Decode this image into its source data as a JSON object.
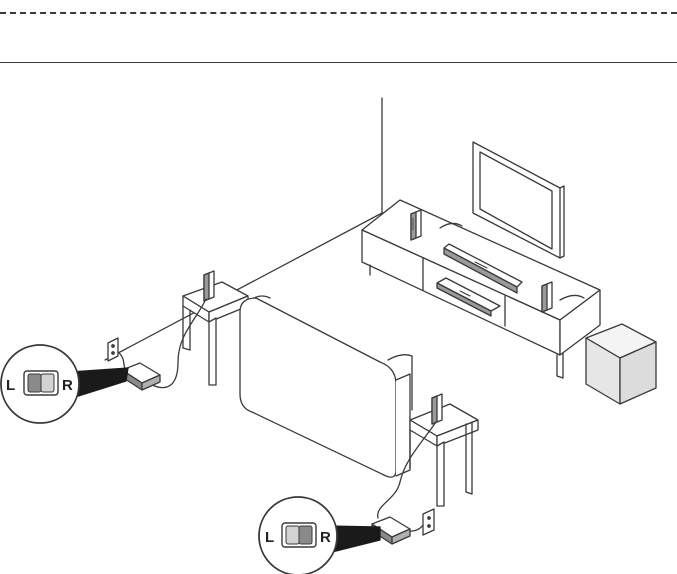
{
  "callouts": [
    {
      "left_label": "L",
      "right_label": "R",
      "selected": "L"
    },
    {
      "left_label": "L",
      "right_label": "R",
      "selected": "R"
    }
  ],
  "colors": {
    "line": "#3a3a3a",
    "furniture": "#ffffff",
    "subwoofer": "#e6e6e6",
    "switch_selected": "#8a8a8a",
    "switch_unselected": "#d2d2d2"
  },
  "icons": [
    "tv-icon",
    "soundbar-icon",
    "speaker-icon",
    "subwoofer-icon",
    "wireless-receiver-icon",
    "wall-outlet-icon",
    "lr-switch-icon"
  ]
}
